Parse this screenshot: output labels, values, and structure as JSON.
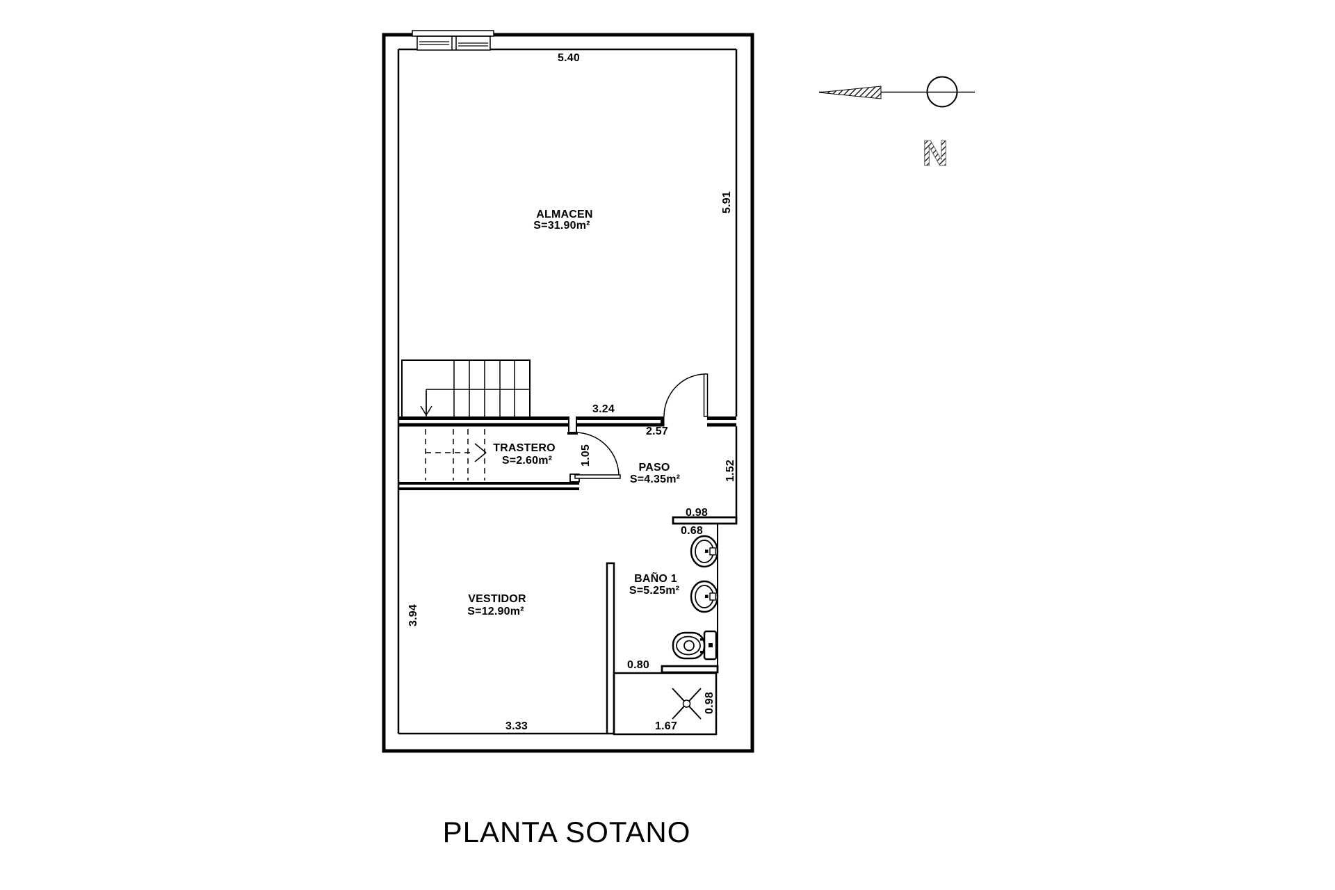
{
  "title": "PLANTA SOTANO",
  "north": {
    "label": "N"
  },
  "rooms": [
    {
      "id": "almacen",
      "name": "ALMACEN",
      "area": "S=31.90m²"
    },
    {
      "id": "trastero",
      "name": "TRASTERO",
      "area": "S=2.60m²"
    },
    {
      "id": "paso",
      "name": "PASO",
      "area": "S=4.35m²"
    },
    {
      "id": "bano",
      "name": "BAÑO 1",
      "area": "S=5.25m²"
    },
    {
      "id": "vestidor",
      "name": "VESTIDOR",
      "area": "S=12.90m²"
    }
  ],
  "dimensions": {
    "top_width": "5.40",
    "almacen_height": "5.91",
    "wall_to_door": "3.24",
    "paso_width": "2.57",
    "trastero_height": "1.05",
    "paso_height": "1.52",
    "bath_wall": "0.98",
    "sink_opening": "0.68",
    "vestidor_height": "3.94",
    "shower_entry": "0.80",
    "shower_height": "0.98",
    "shower_width": "1.67",
    "vestidor_width": "3.33"
  },
  "colors": {
    "line": "#000000",
    "background": "#ffffff"
  }
}
